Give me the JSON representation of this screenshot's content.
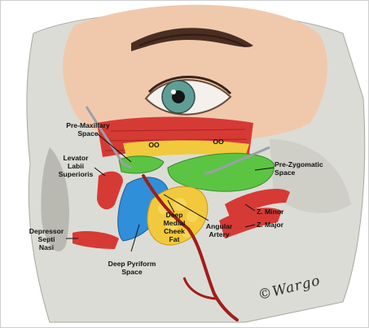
{
  "labels": {
    "pre_maxillary_space": "Pre-Maxillary\nSpace",
    "oo_left": "OO",
    "oo_right": "OO",
    "levator_labii_superioris": "Levator\nLabii\nSuperioris",
    "pre_zygomatic_space": "Pre-Zygomatic\nSpace",
    "z_minor": "Z. Minor",
    "z_major": "Z. Major",
    "depressor_septi_nasi": "Depressor\nSepti\nNasi",
    "deep_medial_cheek_fat": "Deep\nMedial\nCheek\nFat",
    "angular_artery": "Angular\nArtery",
    "deep_pyriform_space": "Deep Pyriform\nSpace"
  },
  "signature": "©Wargo",
  "colors": {
    "bone": "#dcdcd6",
    "bone_shadow": "#b9b9b2",
    "skin": "#f0c9ad",
    "muscle": "#d63a35",
    "fat_yellow": "#f2c93c",
    "space_green": "#5cc443",
    "space_blue": "#2f8fd8",
    "artery": "#a01e1a",
    "iris": "#5f9e96"
  }
}
